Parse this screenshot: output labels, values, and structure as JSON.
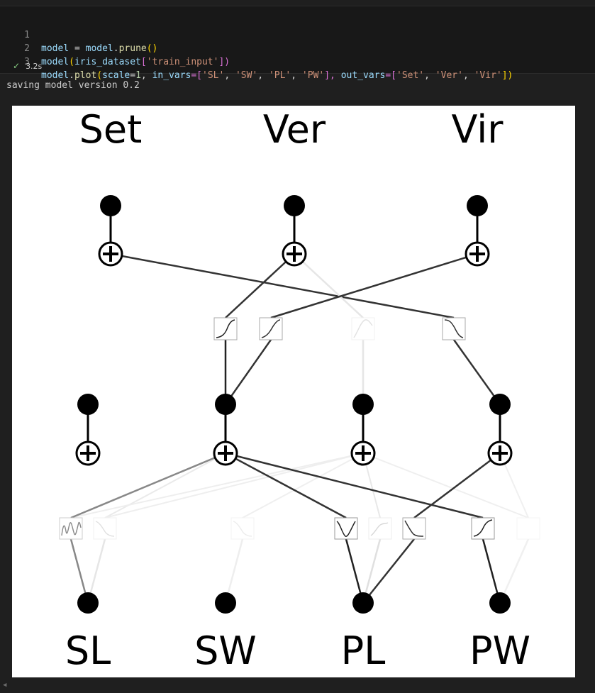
{
  "cell": {
    "lines": [
      {
        "n": "1"
      },
      {
        "n": "2"
      },
      {
        "n": "3"
      }
    ],
    "code": {
      "l1_a": "model",
      "l1_b": " = ",
      "l1_c": "model",
      "l1_d": ".",
      "l1_e": "prune",
      "l1_f": "()",
      "l2_a": "model",
      "l2_b": "(",
      "l2_c": "iris_dataset",
      "l2_d": "[",
      "l2_e": "'train_input'",
      "l2_f": "])",
      "l3_a": "model",
      "l3_b": ".",
      "l3_c": "plot",
      "l3_d": "(",
      "l3_e": "scale",
      "l3_f": "=",
      "l3_g": "1",
      "l3_h": ", ",
      "l3_i": "in_vars",
      "l3_j": "=[",
      "l3_k": "'SL'",
      "l3_l": ", ",
      "l3_m": "'SW'",
      "l3_n": ", ",
      "l3_o": "'PL'",
      "l3_p": ", ",
      "l3_q": "'PW'",
      "l3_r": "], ",
      "l3_s": "out_vars",
      "l3_t": "=[",
      "l3_u": "'Set'",
      "l3_v": ", ",
      "l3_w": "'Ver'",
      "l3_x": ", ",
      "l3_y": "'Vir'",
      "l3_z": "])"
    },
    "status": {
      "icon": "check-icon",
      "time": "3.2s"
    }
  },
  "output": {
    "text": "saving model version 0.2"
  },
  "plot": {
    "out_labels": [
      "Set",
      "Ver",
      "Vir"
    ],
    "in_labels": [
      "SL",
      "SW",
      "PL",
      "PW"
    ]
  }
}
